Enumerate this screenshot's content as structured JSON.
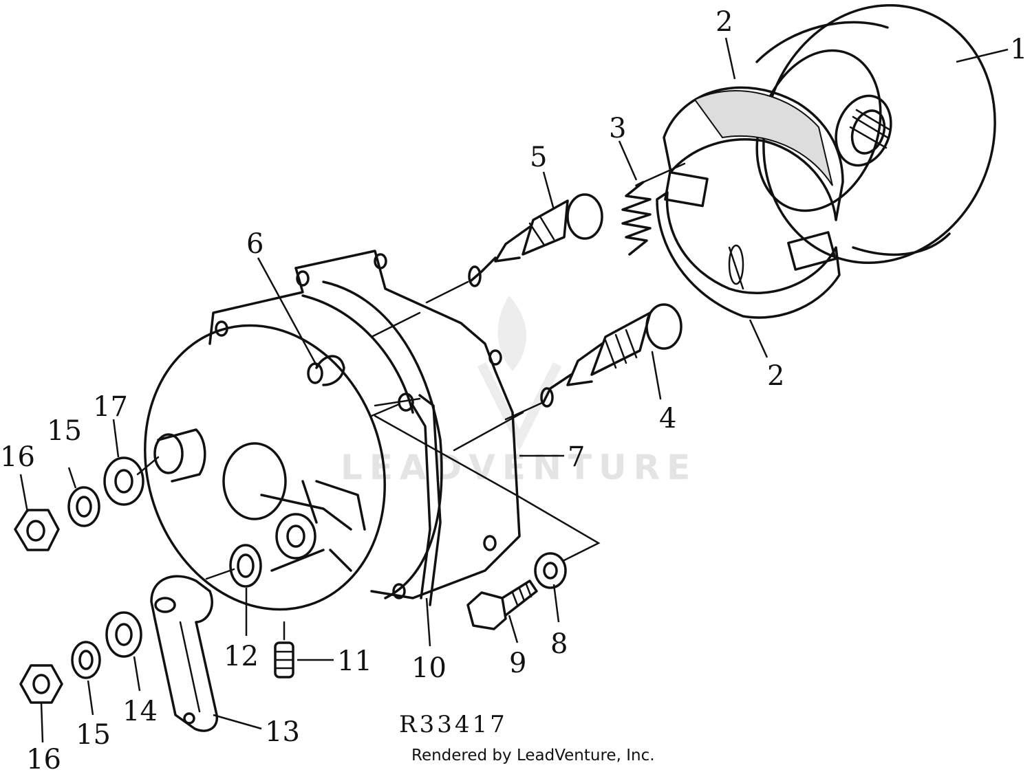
{
  "diagram": {
    "drawing_number": "R33417",
    "credit": "Rendered by LeadVenture, Inc.",
    "watermark": "LEADVENTURE",
    "callouts": {
      "c1": "1",
      "c2a": "2",
      "c2b": "2",
      "c3": "3",
      "c4": "4",
      "c5": "5",
      "c6": "6",
      "c7": "7",
      "c8": "8",
      "c9": "9",
      "c10": "10",
      "c11": "11",
      "c12": "12",
      "c13": "13",
      "c14": "14",
      "c15a": "15",
      "c15b": "15",
      "c16a": "16",
      "c16b": "16",
      "c17": "17"
    }
  },
  "colors": {
    "ink": "#111111",
    "watermark": "#cfcfcf",
    "background": "#ffffff"
  }
}
